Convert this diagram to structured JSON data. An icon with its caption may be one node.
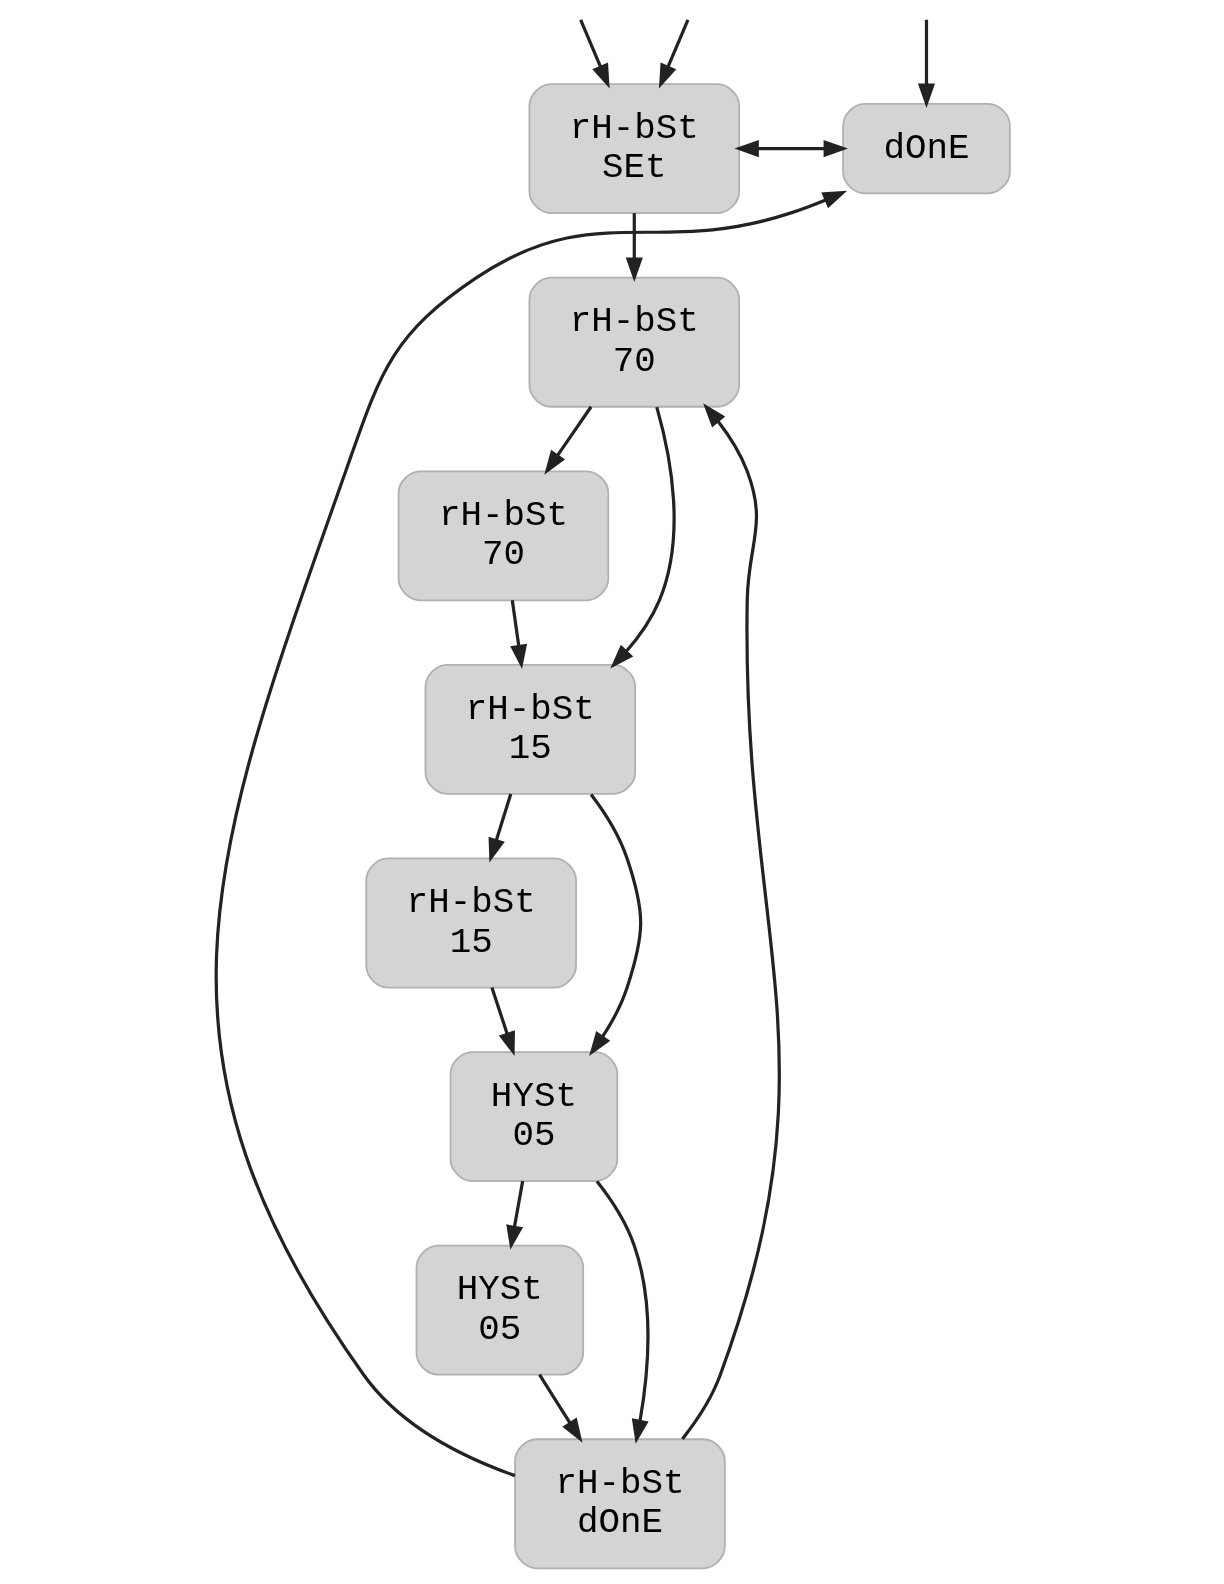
{
  "diagram": {
    "nodes": [
      {
        "text": [
          "rH-bSt",
          "SEt"
        ]
      },
      {
        "text": [
          "dOnE"
        ]
      },
      {
        "text": [
          "rH-bSt",
          "70"
        ]
      },
      {
        "text": [
          "rH-bSt",
          "70"
        ]
      },
      {
        "text": [
          "rH-bSt",
          "15"
        ]
      },
      {
        "text": [
          "rH-bSt",
          "15"
        ]
      },
      {
        "text": [
          "HYSt",
          "05"
        ]
      },
      {
        "text": [
          "HYSt",
          "05"
        ]
      },
      {
        "text": [
          "rH-bSt",
          "dOnE"
        ]
      }
    ],
    "edges": [
      {
        "from": null,
        "to": 1,
        "arrow": "to"
      },
      {
        "from": null,
        "to": 0,
        "arrow": "to"
      },
      {
        "from": 0,
        "to": 1,
        "arrow": "both"
      },
      {
        "from": null,
        "to": 0,
        "arrow": "to"
      },
      {
        "from": 0,
        "to": 2,
        "arrow": "to"
      },
      {
        "from": 2,
        "to": 3,
        "arrow": "to"
      },
      {
        "from": 2,
        "to": 4,
        "arrow": "to"
      },
      {
        "from": 3,
        "to": 4,
        "arrow": "to"
      },
      {
        "from": 4,
        "to": 5,
        "arrow": "to"
      },
      {
        "from": 4,
        "to": 6,
        "arrow": "to"
      },
      {
        "from": 5,
        "to": 6,
        "arrow": "to"
      },
      {
        "from": 6,
        "to": 7,
        "arrow": "to"
      },
      {
        "from": 6,
        "to": 8,
        "arrow": "to"
      },
      {
        "from": 7,
        "to": 8,
        "arrow": "to"
      },
      {
        "from": 8,
        "to": 2,
        "arrow": "to"
      },
      {
        "from": 8,
        "to": 1,
        "arrow": "to"
      }
    ]
  }
}
